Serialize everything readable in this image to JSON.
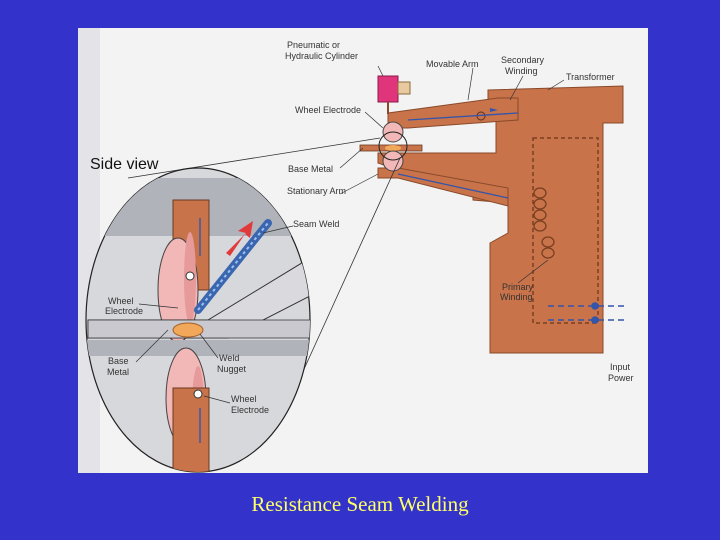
{
  "colors": {
    "background": "#3333cc",
    "machine": "#c8734a",
    "caption": "#ffff66",
    "wheel": "#f2b7b7",
    "cylinder": "#e0357a",
    "weld_bead": "#3a66b0"
  },
  "labels": {
    "side_view": "Side view",
    "pneumatic_line1": "Pneumatic or",
    "pneumatic_line2": "Hydraulic Cylinder",
    "movable_arm": "Movable Arm",
    "secondary_line1": "Secondary",
    "secondary_line2": "Winding",
    "transformer": "Transformer",
    "wheel_electrode_top": "Wheel Electrode",
    "base_metal_top": "Base Metal",
    "stationary_arm": "Stationary Arm",
    "seam_weld": "Seam Weld",
    "primary_line1": "Primary",
    "primary_line2": "Winding",
    "input_line1": "Input",
    "input_line2": "Power",
    "wheel_electrode_upper_line1": "Wheel",
    "wheel_electrode_upper_line2": "Electrode",
    "base_metal_detail_line1": "Base",
    "base_metal_detail_line2": "Metal",
    "weld_nugget_line1": "Weld",
    "weld_nugget_line2": "Nugget",
    "wheel_electrode_lower_line1": "Wheel",
    "wheel_electrode_lower_line2": "Electrode"
  },
  "caption": "Resistance Seam Welding"
}
